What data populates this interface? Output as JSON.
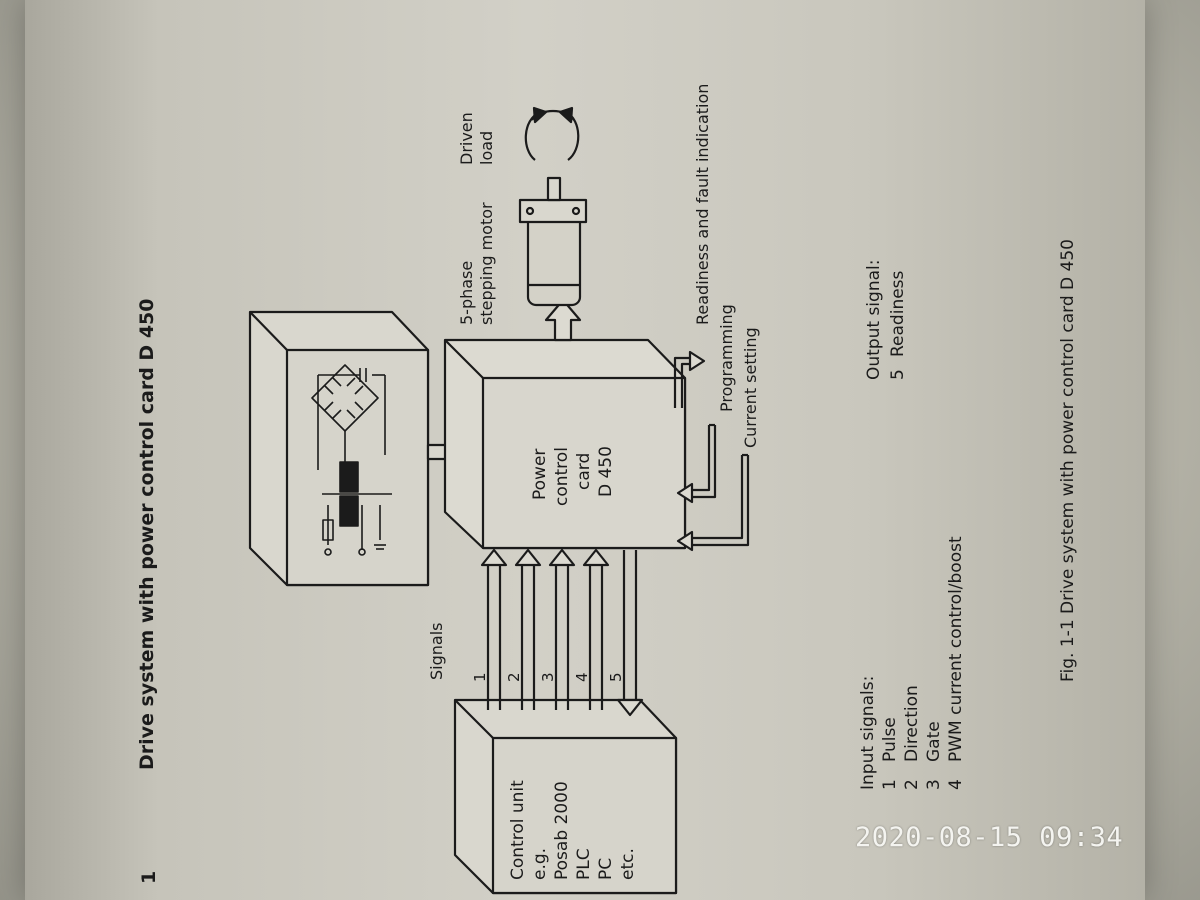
{
  "header": {
    "page_number": "1",
    "section_title": "Drive system with power control card D 450"
  },
  "diagram": {
    "signals_label": "Signals",
    "signal_numbers": [
      "1",
      "2",
      "3",
      "4",
      "5"
    ],
    "control_unit": [
      "Control unit",
      "e.g.",
      "Posab 2000",
      "PLC",
      "PC",
      "etc."
    ],
    "power_card": [
      "Power",
      "control",
      "card",
      "D 450"
    ],
    "motor_label": [
      "5-phase",
      "stepping motor"
    ],
    "load_label": [
      "Driven",
      "load"
    ],
    "io_labels": {
      "readiness_fault": "Readiness and fault indication",
      "programming": "Programming",
      "current_setting": "Current setting"
    }
  },
  "legend": {
    "input_title": "Input signals:",
    "inputs": [
      {
        "num": "1",
        "label": "Pulse"
      },
      {
        "num": "2",
        "label": "Direction"
      },
      {
        "num": "3",
        "label": "Gate"
      },
      {
        "num": "4",
        "label": "PWM current control/boost"
      }
    ],
    "output_title": "Output signal:",
    "outputs": [
      {
        "num": "5",
        "label": "Readiness"
      }
    ]
  },
  "caption": "Fig. 1-1  Drive system with power control card D 450",
  "timestamp": "2020-08-15 09:34"
}
